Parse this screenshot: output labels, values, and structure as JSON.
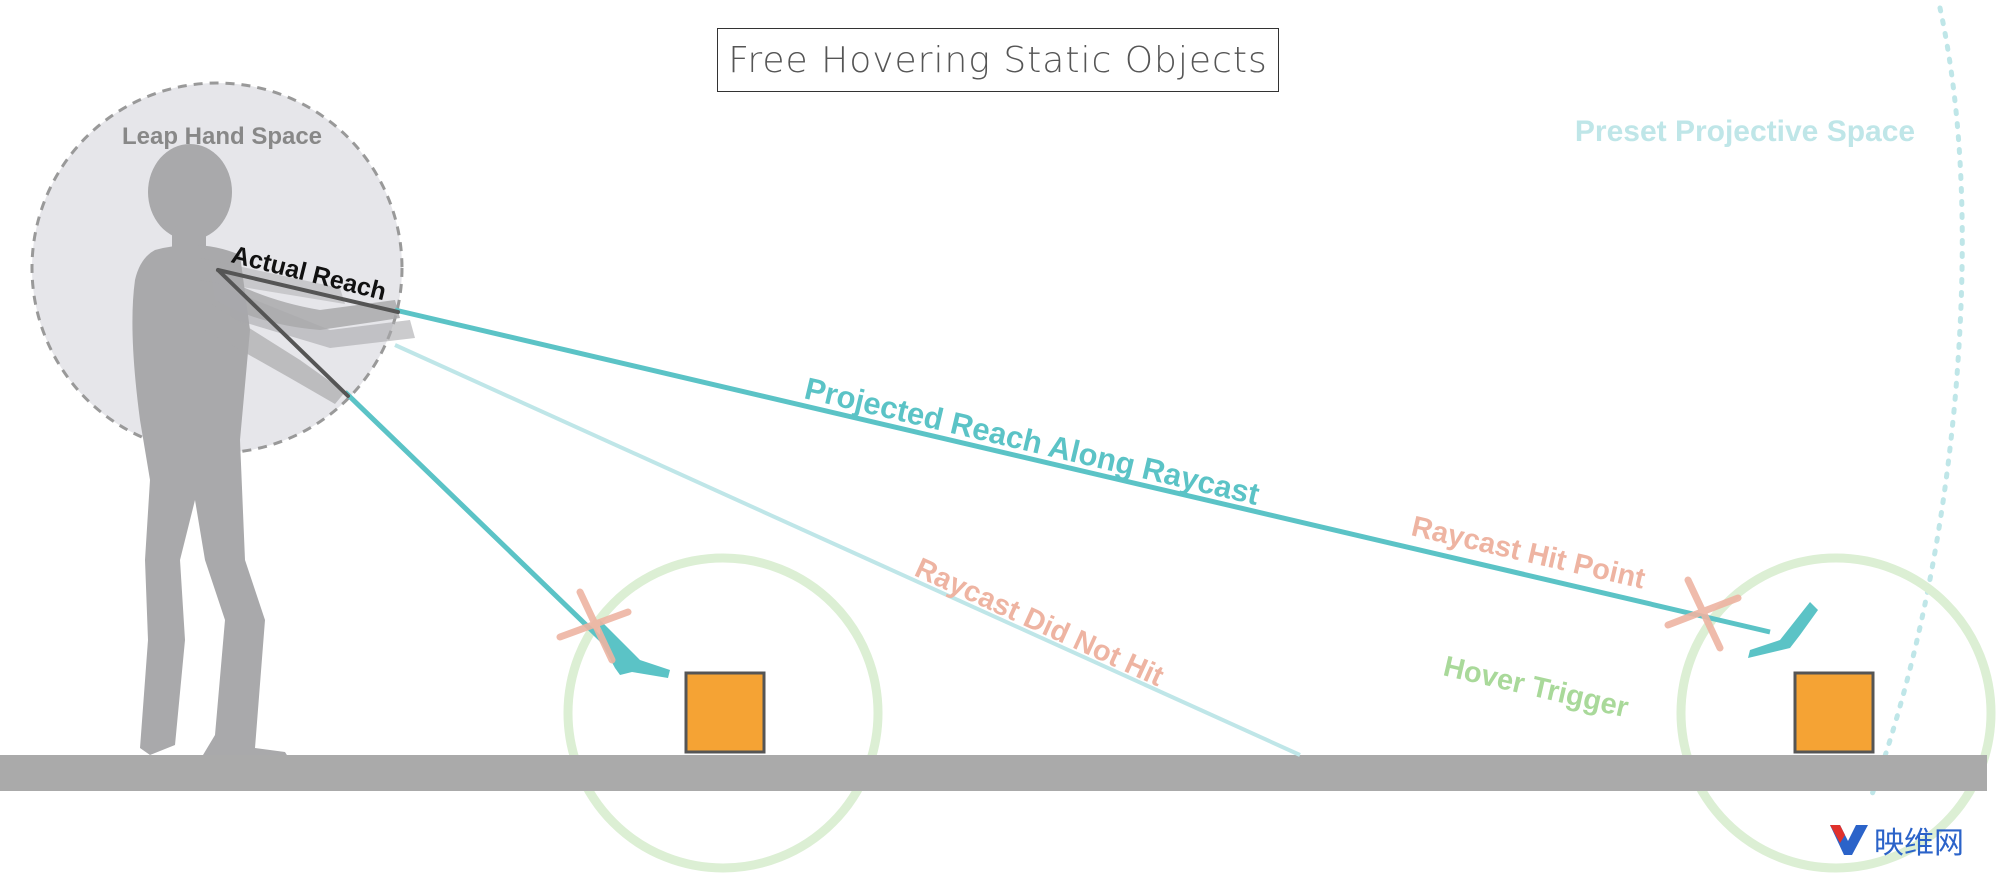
{
  "title": "Free Hovering Static Objects",
  "labels": {
    "leap_hand_space": "Leap Hand Space",
    "actual_reach": "Actual Reach",
    "projected_reach": "Projected Reach Along Raycast",
    "raycast_hit_point": "Raycast Hit Point",
    "raycast_did_not_hit": "Raycast Did Not Hit",
    "hover_trigger": "Hover Trigger",
    "preset_projective_space": "Preset Projective Space"
  },
  "watermark": {
    "text": "映维网"
  },
  "colors": {
    "teal": "#5bc3c6",
    "light_teal": "#bfe6e8",
    "salmon": "#eeb4a2",
    "green_ring": "#dcefd4",
    "green_label": "#a9d99a",
    "object_fill": "#f5a334",
    "floor": "#aaaaaa",
    "figure": "#a9a9ab",
    "hand_space_fill": "#e6e6ea"
  }
}
